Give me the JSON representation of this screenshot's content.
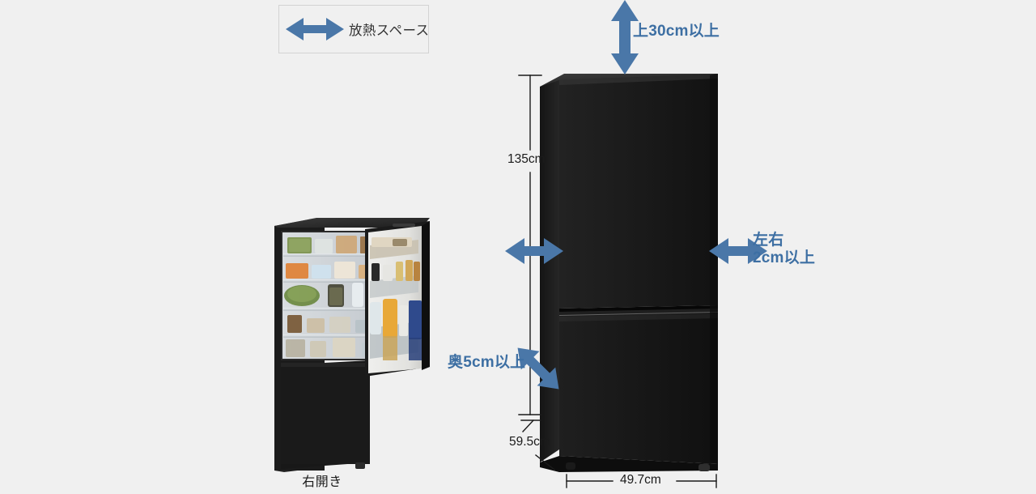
{
  "page": {
    "background_color": "#f0f0f0",
    "accent_color": "#4a77a8",
    "text_color": "#1b1b1b",
    "label_color": "#3d6fa3"
  },
  "legend": {
    "label": "放熱スペース",
    "icon": "double-arrow-horizontal-icon",
    "background_color": "#f0f0f0",
    "border_color": "#d3d3d3"
  },
  "clearance_labels": {
    "top": "上30cm以上",
    "side_line1": "左右",
    "side_line2": "2cm以上",
    "side": "左右\n2cm以上",
    "depth": "奥5cm以上"
  },
  "dimensions": {
    "height": "135cm",
    "depth": "59.5cm",
    "width": "49.7cm"
  },
  "left_product": {
    "caption": "右開き",
    "description": "open-door-refrigerator"
  },
  "right_product": {
    "description": "closed-refrigerator-perspective"
  }
}
